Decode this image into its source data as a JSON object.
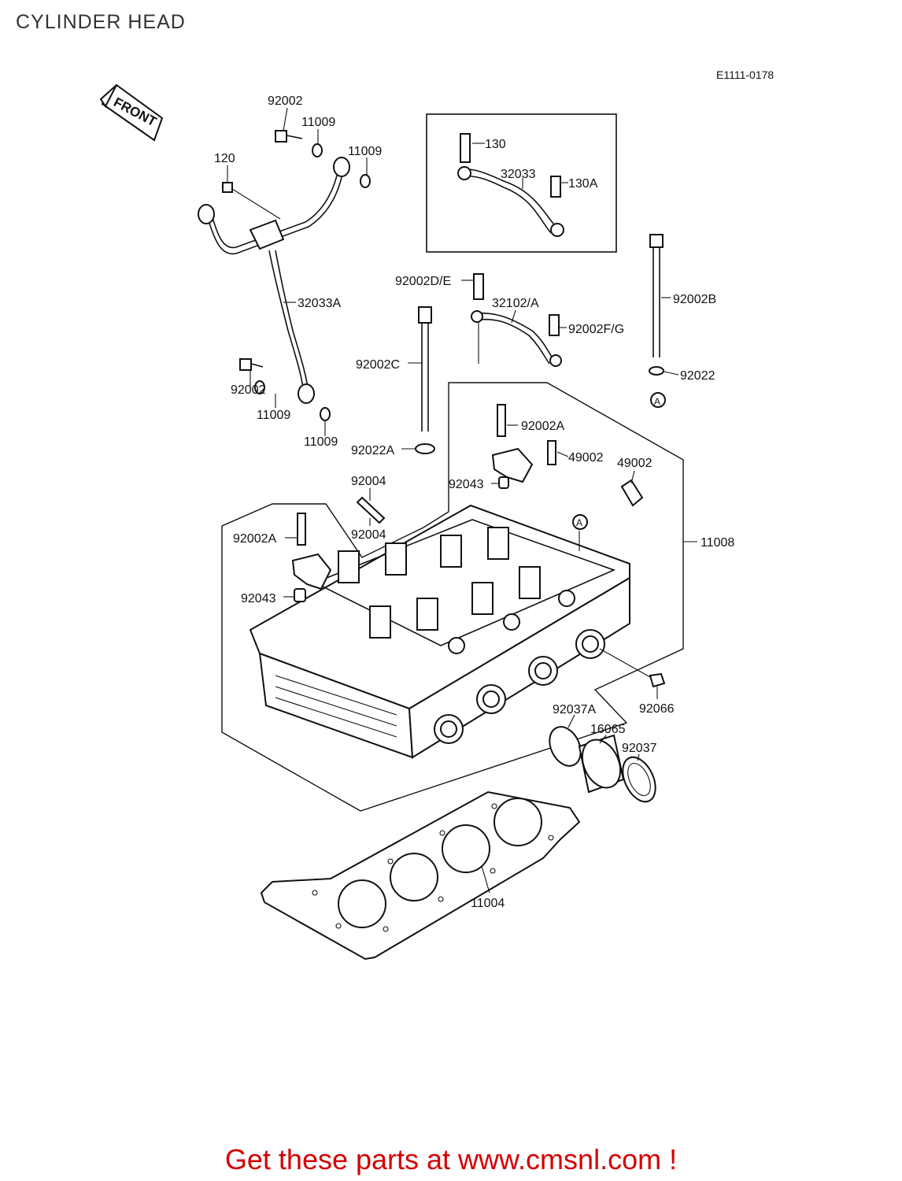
{
  "header": {
    "title": "CYLINDER HEAD"
  },
  "diagram": {
    "reference_code": "E1111-0178",
    "front_label": "FRONT",
    "callouts": {
      "c1": "92002",
      "c2": "11009",
      "c3": "11009",
      "c4": "120",
      "c5": "32033A",
      "c6": "92002",
      "c7": "11009",
      "c8": "11009",
      "c9": "130",
      "c10": "32033",
      "c11": "130A",
      "c12": "92002D/E",
      "c13": "32102/A",
      "c14": "92002F/G",
      "c15": "92002B",
      "c16": "92022",
      "c17": "A",
      "c18": "92002C",
      "c19": "92002A",
      "c20": "49002",
      "c21": "49002",
      "c22": "92022A",
      "c23": "92004",
      "c24": "92043",
      "c25": "92004",
      "c26": "92002A",
      "c27": "A",
      "c28": "11008",
      "c29": "92043",
      "c30": "92066",
      "c31": "92037A",
      "c32": "16065",
      "c33": "92037",
      "c34": "11004"
    }
  },
  "footer": {
    "cta": "Get these parts at www.cmsnl.com !"
  }
}
